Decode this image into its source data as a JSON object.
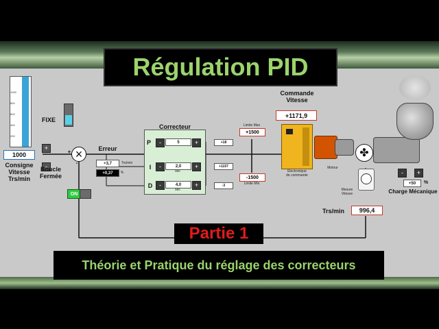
{
  "title": "Régulation PID",
  "partie": "Partie 1",
  "subtitle": "Théorie et Pratique du réglage des correcteurs",
  "consigne": {
    "value": "1000",
    "label_1": "Consigne",
    "label_2": "Vitesse",
    "label_3": "Trs/min",
    "gauge_ticks": [
      "1000",
      "800",
      "600",
      "400",
      "200"
    ],
    "gauge_level_percent": 100
  },
  "fixe_label": "FIXE",
  "boucle": {
    "label_1": "Boucle",
    "label_2": "Fermée",
    "on_label": "ON"
  },
  "erreur": {
    "label": "Erreur",
    "value_trs": "+3,7",
    "unit_trs": "Trs/min",
    "value_pct": "+0,37",
    "unit_pct": "%"
  },
  "correcteur": {
    "title": "Correcteur",
    "rows": [
      {
        "letter": "P",
        "value": "5",
        "unit": "",
        "output": "+18"
      },
      {
        "letter": "I",
        "value": "2,0",
        "unit": "sec",
        "output": "+1157"
      },
      {
        "letter": "D",
        "value": "4,0",
        "unit": "sec",
        "output": "-3"
      }
    ],
    "minus": "-",
    "plus": "+"
  },
  "limites": {
    "max_label": "Limite Max",
    "max_value": "+1500",
    "min_value": "-1500",
    "min_label": "Limite Min"
  },
  "commande": {
    "label_1": "Commande",
    "label_2": "Vitesse",
    "value": "+1171,9",
    "elec_1": "Electronique",
    "elec_2": "de commande",
    "moteur": "Motour"
  },
  "mesure": {
    "label_1": "Mesure",
    "label_2": "Vitesse",
    "unit": "Trs/min",
    "value": "996,4"
  },
  "charge": {
    "value": "+50",
    "unit": "%",
    "label": "Charge Mécanique"
  },
  "sum_plus": "+",
  "sum_minus": "-",
  "colors": {
    "accent_green": "#9bd36d",
    "red": "#e21b1b",
    "panel": "#c9c9c9",
    "on_green": "#2ecc40"
  }
}
